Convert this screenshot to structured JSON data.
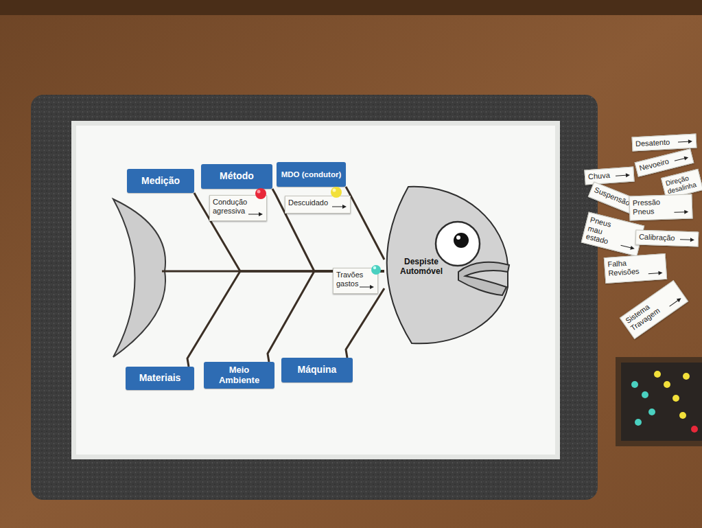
{
  "diagram": {
    "nodes": [
      {
        "text": [
          "Medição"
        ]
      },
      {
        "text": [
          "Método"
        ]
      },
      {
        "text": [
          "MDO (condutor)"
        ]
      },
      {
        "text": [
          "Condução agressiva"
        ]
      },
      {
        "text": [
          "Descuidado"
        ]
      },
      {
        "text": [
          "Travões gastos"
        ]
      },
      {
        "text": [
          "Despiste Automóvel"
        ]
      },
      {
        "text": [
          "Materiais"
        ]
      },
      {
        "text": [
          "Meio Ambiente"
        ]
      },
      {
        "text": [
          "Máquina"
        ]
      },
      {
        "text": [
          "Desatento"
        ]
      },
      {
        "text": [
          "Nevoeiro"
        ]
      },
      {
        "text": [
          "Chuva"
        ]
      },
      {
        "text": [
          "Direção desalinha"
        ]
      },
      {
        "text": [
          "Suspensão"
        ]
      },
      {
        "text": [
          "Pressão Pneus"
        ]
      },
      {
        "text": [
          "Pneus mau estado"
        ]
      },
      {
        "text": [
          "Calibração"
        ]
      },
      {
        "text": [
          "Falha Revisões"
        ]
      },
      {
        "text": [
          "Sistema Travagem"
        ]
      }
    ],
    "edges": [
      {
        "from": 0,
        "to": 6,
        "arrow": "none"
      },
      {
        "from": 1,
        "to": 6,
        "arrow": "none"
      },
      {
        "from": 2,
        "to": 6,
        "arrow": "none"
      },
      {
        "from": 7,
        "to": 6,
        "arrow": "none"
      },
      {
        "from": 8,
        "to": 6,
        "arrow": "none"
      },
      {
        "from": 9,
        "to": 6,
        "arrow": "none"
      }
    ]
  }
}
